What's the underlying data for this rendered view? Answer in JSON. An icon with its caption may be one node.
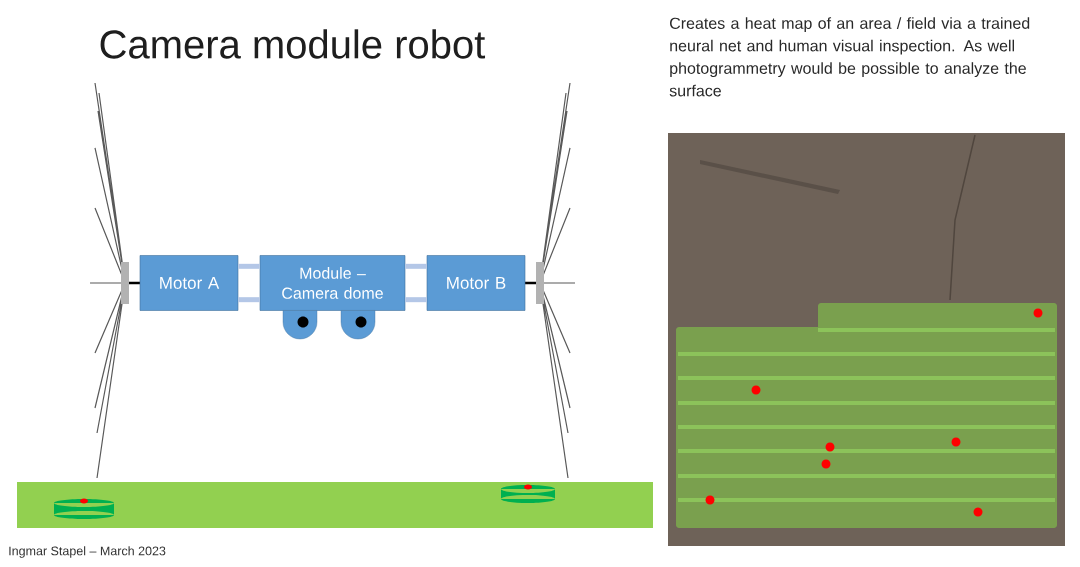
{
  "diagram": {
    "title": "Camera module robot",
    "nodes": [
      {
        "text": [
          "Motor A"
        ]
      },
      {
        "text": [
          "Module – Camera dome"
        ]
      },
      {
        "text": [
          "Motor B"
        ]
      }
    ],
    "edges": [
      {
        "from": 0,
        "to": 1,
        "arrow": "none"
      },
      {
        "from": 0,
        "to": 1,
        "arrow": "none"
      },
      {
        "from": 1,
        "to": 2,
        "arrow": "none"
      },
      {
        "from": 1,
        "to": 2,
        "arrow": "none"
      }
    ],
    "labels": [
      "Creates a heat map of an area / field via a trained neural net and human visual inspection. As well photogrammetry would be possible to analyze the surface",
      "Ingmar Stapel – March 2023"
    ]
  }
}
